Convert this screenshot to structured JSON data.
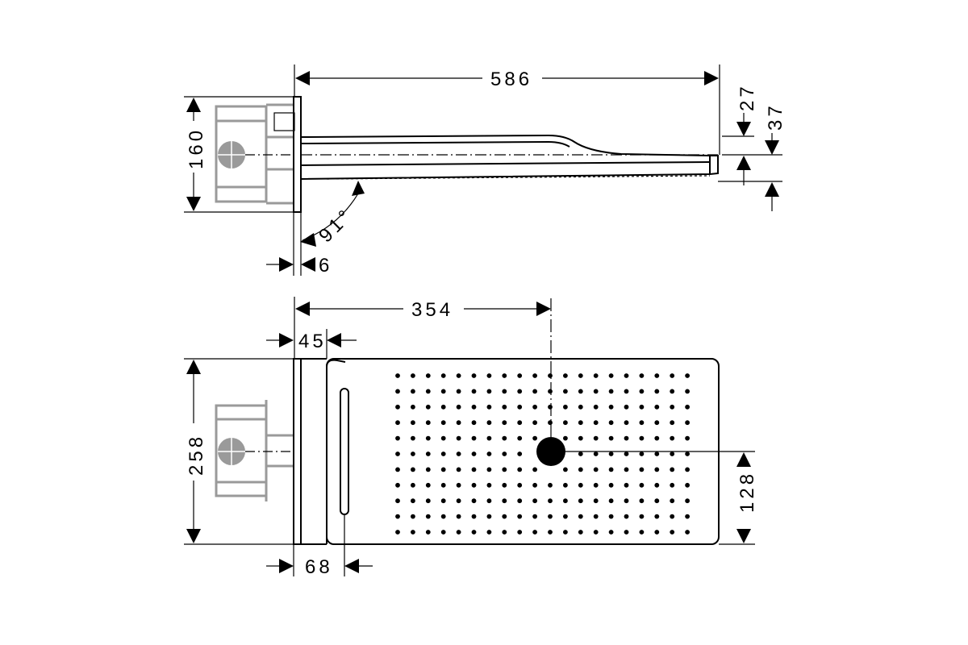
{
  "diagram": {
    "side_view": {
      "total_length": "586",
      "height_27": "27",
      "height_37": "37",
      "mount_height": "160",
      "angle": "91°",
      "plate_thickness": "6"
    },
    "top_view": {
      "center_offset": "354",
      "arm_width": "45",
      "head_width": "258",
      "slot_offset": "68",
      "center_height": "128"
    }
  }
}
